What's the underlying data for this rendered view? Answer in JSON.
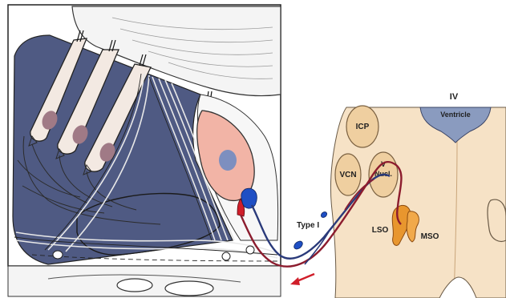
{
  "labels": {
    "ventricle_numeral": "IV",
    "ventricle_word": "Ventricle",
    "icp": "ICP",
    "vcn": "VCN",
    "v_nucl_top": "V",
    "v_nucl_bottom": "Nucl.",
    "type_i": "Type I",
    "lso": "LSO",
    "mso": "MSO"
  },
  "colors": {
    "panel_fill": "#4f5a83",
    "cochlea_panel_bg": "#ffffff",
    "brainstem_tissue": "#f6e2c6",
    "nucleus_fill": "#efcfa0",
    "ventricle_fill": "#8a9bbf",
    "inner_hair_cell": "#f2b4a6",
    "afferent_fiber": "#8c1c2e",
    "efferent_fiber": "#2a3a7a",
    "terminal_blue": "#1f4fc4",
    "terminal_red": "#d01e2a",
    "lso_mso_orange": "#e8962e"
  }
}
